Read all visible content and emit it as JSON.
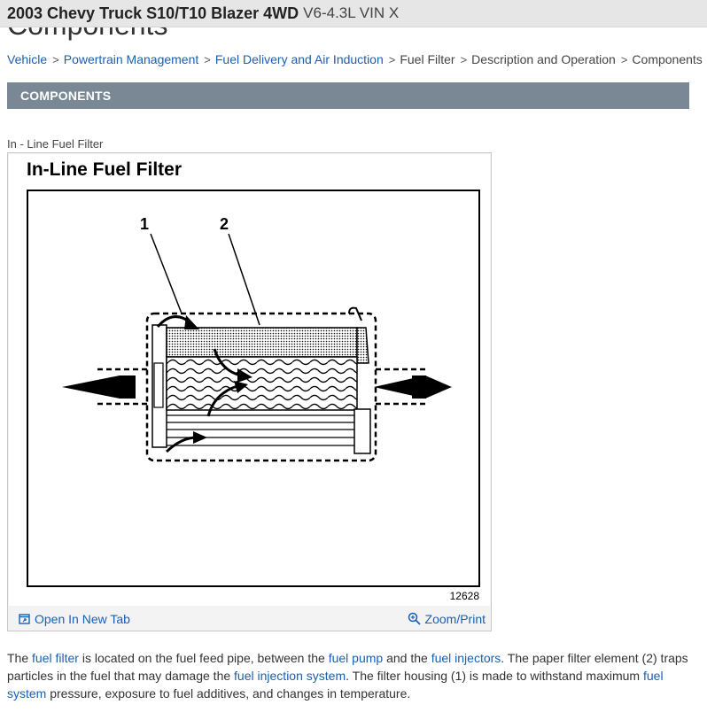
{
  "header": {
    "vehicle_title": "2003 Chevy Truck S10/T10 Blazer 4WD",
    "engine": "V6-4.3L VIN X"
  },
  "page_title": "Components",
  "breadcrumb": {
    "items": [
      "Vehicle",
      "Powertrain Management",
      "Fuel Delivery and Air Induction"
    ],
    "plain": [
      "Fuel Filter",
      "Description and Operation",
      "Components"
    ]
  },
  "section": {
    "title": "COMPONENTS"
  },
  "figure": {
    "caption": "In - Line Fuel Filter",
    "title": "In-Line Fuel Filter",
    "label_1": "1",
    "label_2": "2",
    "number": "12628",
    "open_label": "Open In New Tab",
    "zoom_label": "Zoom/Print"
  },
  "description": {
    "p1": "The ",
    "link1": "fuel filter",
    "p2": " is located on the fuel feed pipe, between the ",
    "link2": "fuel pump",
    "p3": " and the ",
    "link3": "fuel injectors",
    "p4": ". The paper filter element (2) traps particles in the fuel that may damage the ",
    "link4": "fuel injection system",
    "p5": ". The filter housing (1) is made to withstand maximum ",
    "link5": "fuel system",
    "p6": " pressure, exposure to fuel additives, and changes in temperature."
  },
  "colors": {
    "link": "#1a5fb4",
    "section_header_bg": "#7a8896",
    "topbar_bg": "#e6e6e6"
  },
  "icons": [
    "chevron-right-icon",
    "open-new-tab-icon",
    "zoom-icon"
  ]
}
